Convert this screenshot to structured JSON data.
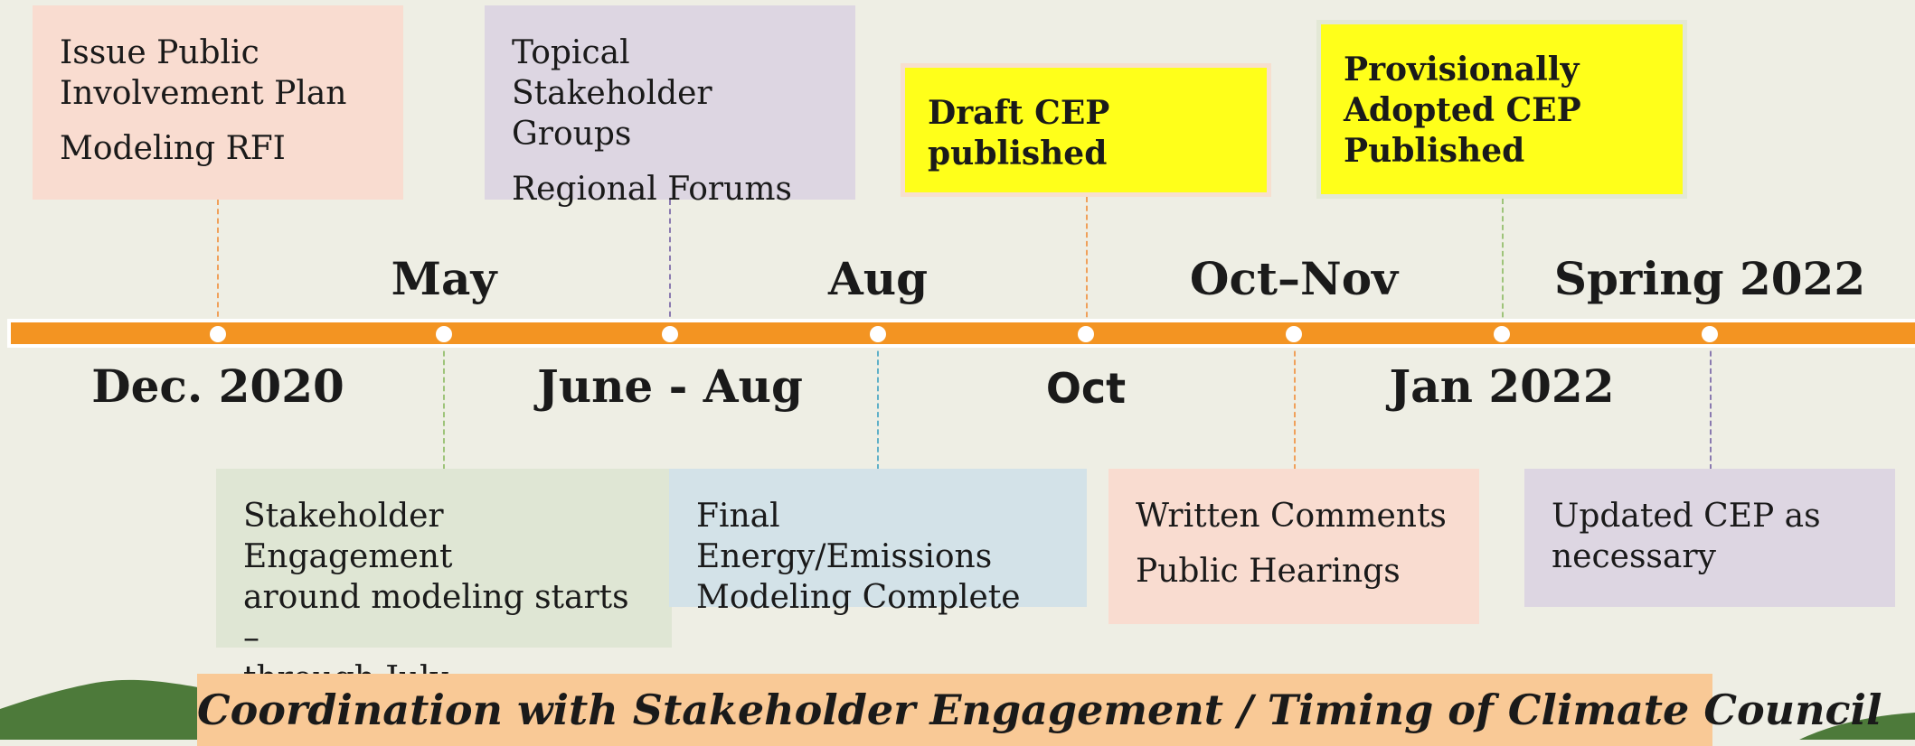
{
  "top_boxes": {
    "box1": {
      "line1": "Issue Public",
      "line2": "Involvement Plan",
      "line3": "Modeling RFI",
      "fill": "#f9dcd0"
    },
    "box2": {
      "line1": "Topical Stakeholder",
      "line2": "Groups",
      "line3": "Regional Forums",
      "fill": "#ddd6e2"
    },
    "box3": {
      "line1": "Draft CEP",
      "line2": "published",
      "fill": "#ffff1a"
    },
    "box4": {
      "line1": "Provisionally",
      "line2": "Adopted CEP",
      "line3": "Published",
      "fill": "#ffff1a"
    }
  },
  "bottom_boxes": {
    "box1": {
      "line1": "Stakeholder Engagement",
      "line2": "around modeling starts –",
      "line3": "through July",
      "fill": "#dfe6d4"
    },
    "box2": {
      "line1": "Final Energy/Emissions",
      "line2": "Modeling Complete",
      "fill": "#d3e2e8"
    },
    "box3": {
      "line1": "Written Comments",
      "line2": "Public Hearings",
      "fill": "#f9dcd0"
    },
    "box4": {
      "line1": "Updated CEP as",
      "line2": "necessary",
      "fill": "#ddd6e2"
    }
  },
  "labels_above": [
    "May",
    "Aug",
    "Oct–Nov",
    "Spring 2022"
  ],
  "labels_below": [
    "Dec. 2020",
    "June - Aug",
    "Oct",
    "Jan 2022"
  ],
  "banner_text": "Coordination with Stakeholder Engagement / Timing of Climate Council",
  "colors": {
    "axis": "#f39422",
    "banner": "#f9c996",
    "hill": "#4d7a3a",
    "background": "#eeeee4"
  }
}
